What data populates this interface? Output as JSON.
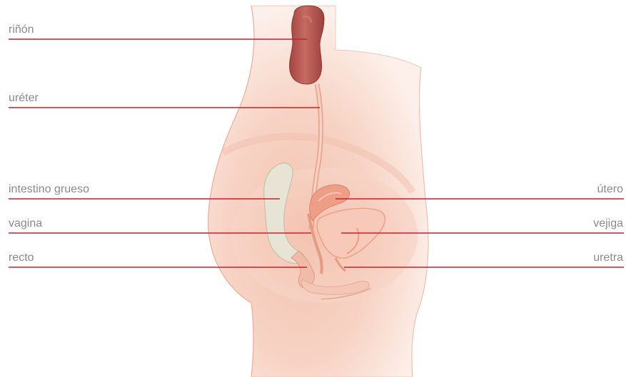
{
  "colors": {
    "leader_line": "#c8202a",
    "label_text": "#8a8a8a",
    "skin_light": "#fbe6dc",
    "skin_mid": "#f6cdbd",
    "skin_deep": "#f1b8a3",
    "body_outline": "#e8b7a5",
    "kidney_fill": "#b2514c",
    "kidney_highlight": "#d38179",
    "organ_pink": "#f2a996",
    "organ_pink_light": "#f7c5b4",
    "uterus_fill": "#ee9d86",
    "intestine_fill": "#e7e4d5",
    "intestine_outline": "#c9c4ad"
  },
  "labels": {
    "kidney": "riñón",
    "ureter": "uréter",
    "large_intestine": "intestino grueso",
    "vagina": "vagina",
    "rectum": "recto",
    "uterus": "útero",
    "bladder": "vejiga",
    "urethra": "uretra"
  }
}
